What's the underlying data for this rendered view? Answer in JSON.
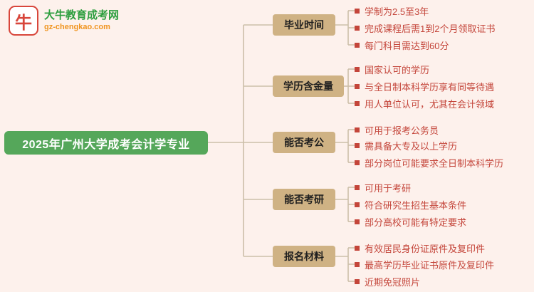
{
  "logo": {
    "icon_char": "牛",
    "name": "大牛教育成考网",
    "domain": "gz-chengkao.com"
  },
  "root": {
    "label": "2025年广州大学成考会计学专业"
  },
  "branches": [
    {
      "label": "毕业时间",
      "items": [
        "学制为2.5至3年",
        "完成课程后需1到2个月领取证书",
        "每门科目需达到60分"
      ]
    },
    {
      "label": "学历含金量",
      "items": [
        "国家认可的学历",
        "与全日制本科学历享有同等待遇",
        "用人单位认可，尤其在会计领域"
      ]
    },
    {
      "label": "能否考公",
      "items": [
        "可用于报考公务员",
        "需具备大专及以上学历",
        "部分岗位可能要求全日制本科学历"
      ]
    },
    {
      "label": "能否考研",
      "items": [
        "可用于考研",
        "符合研究生招生基本条件",
        "部分高校可能有特定要求"
      ]
    },
    {
      "label": "报名材料",
      "items": [
        "有效居民身份证原件及复印件",
        "最高学历毕业证书原件及复印件",
        "近期免冠照片"
      ]
    }
  ],
  "colors": {
    "background": "#fdf1ec",
    "root_bg": "#55a75a",
    "branch_bg": "#cfb284",
    "leaf_text": "#c4453a",
    "line": "#ccbfa9",
    "brand_red": "#d8463b",
    "brand_green": "#2e9e3f",
    "brand_orange": "#f0941f"
  }
}
